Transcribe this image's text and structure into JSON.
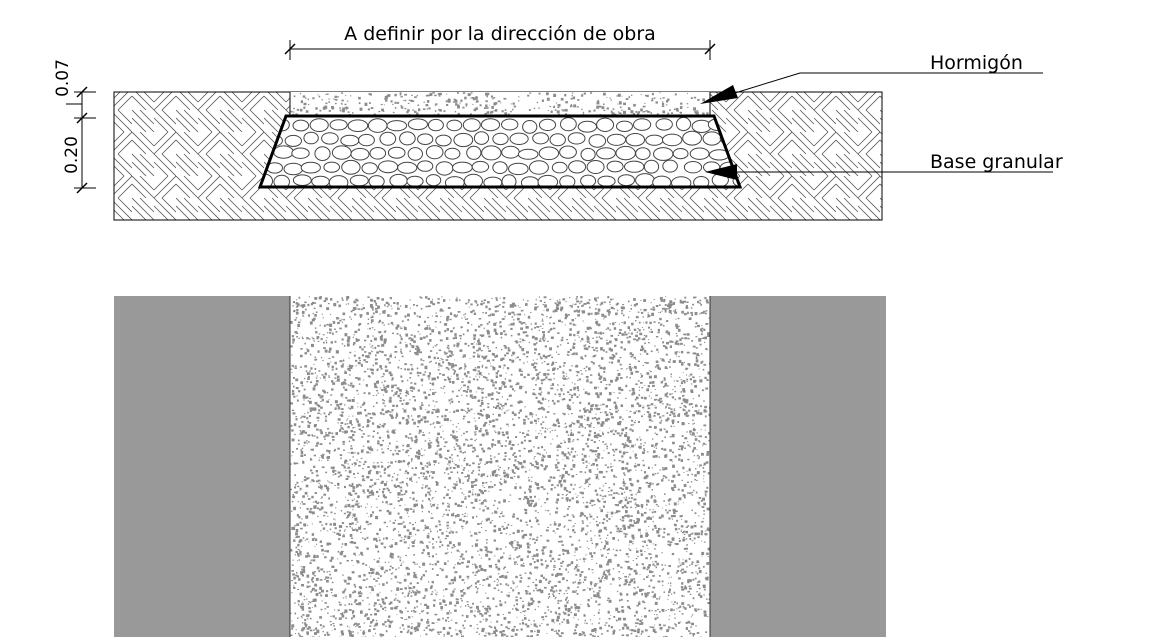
{
  "section": {
    "width_label": "A definir por la dirección de obra",
    "dim_top": "0.07",
    "dim_bottom": "0.20",
    "label_concrete": "Hormigón",
    "label_base": "Base granular"
  },
  "colors": {
    "line": "#000000",
    "hatch": "#555555",
    "speckle": "#8c8c8c",
    "side_fill": "#999999",
    "background": "#ffffff"
  }
}
